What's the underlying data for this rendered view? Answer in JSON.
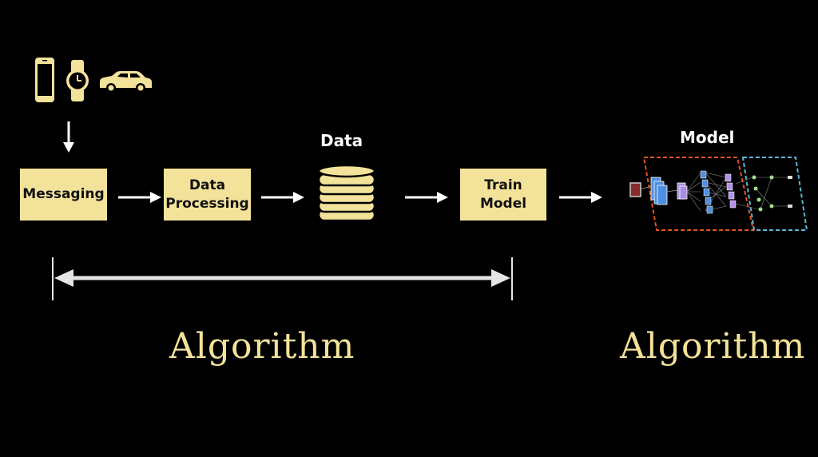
{
  "pipeline": {
    "messaging": "Messaging",
    "processing": [
      "Data",
      "Processing"
    ],
    "data_label": "Data",
    "train": [
      "Train",
      "Model"
    ],
    "model_label": "Model"
  },
  "algorithm_labels": [
    "Algorithm",
    "Algorithm"
  ],
  "devices": [
    "smartphone-icon",
    "watch-icon",
    "car-icon"
  ],
  "colors": {
    "background": "#000000",
    "accent": "#f3e29a",
    "arrow": "#ffffff",
    "range_bar": "#e6e6e6",
    "feature_box": "#e2541e",
    "classifier_box": "#5fb6d6"
  }
}
